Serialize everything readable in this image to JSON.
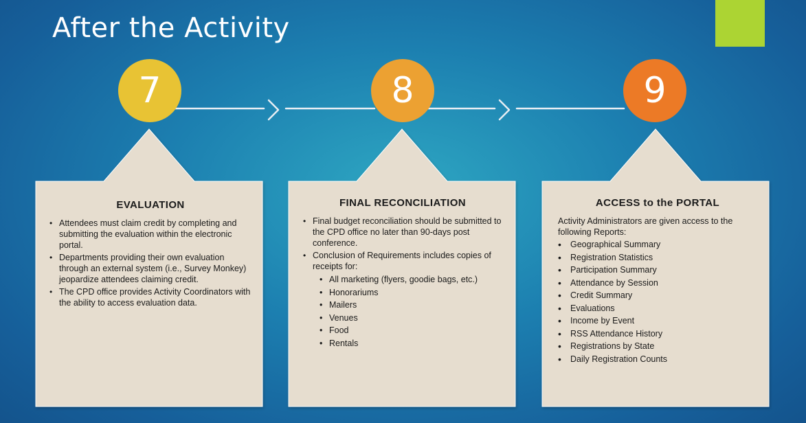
{
  "slide": {
    "title": "After the Activity"
  },
  "colors": {
    "accent_square": "#acd433",
    "step_7": "#e8c334",
    "step_8": "#eca132",
    "step_9": "#ec7a26",
    "card_fill": "#e6ddcf",
    "connector": "#e8eef4"
  },
  "steps": [
    {
      "number": "7",
      "heading": "EVALUATION",
      "bullets": [
        {
          "text": "Attendees must claim credit by completing and submitting the evaluation within the electronic portal."
        },
        {
          "text": "Departments providing their own evaluation through an external system (i.e., Survey Monkey) jeopardize attendees claiming credit."
        },
        {
          "text": "The CPD office provides Activity Coordinators with the ability to access evaluation data."
        }
      ]
    },
    {
      "number": "8",
      "heading": "FINAL RECONCILIATION",
      "bullets": [
        {
          "text": "Final budget reconciliation should be submitted to the CPD office no later than 90-days post conference."
        },
        {
          "text": "Conclusion of Requirements includes copies of receipts for:",
          "sub": [
            "All marketing (flyers, goodie bags, etc.)",
            "Honorariums",
            "Mailers",
            "Venues",
            "Food",
            "Rentals"
          ]
        }
      ]
    },
    {
      "number": "9",
      "heading": "ACCESS to the PORTAL",
      "intro": "Activity Administrators are given access to the following Reports:",
      "reports": [
        "Geographical Summary",
        "Registration Statistics",
        "Participation Summary",
        "Attendance by Session",
        "Credit Summary",
        "Evaluations",
        "Income by Event",
        "RSS Attendance History",
        "Registrations by State",
        "Daily Registration Counts"
      ]
    }
  ]
}
